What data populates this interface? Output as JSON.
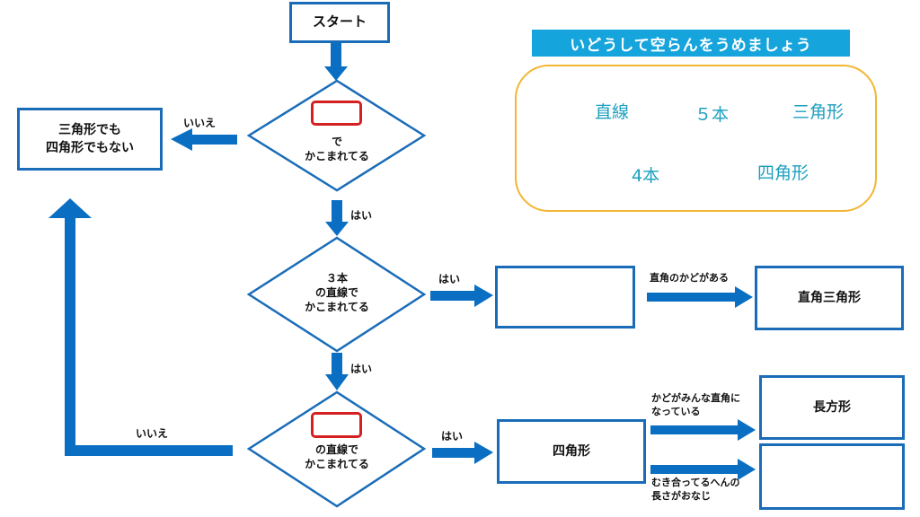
{
  "start": "スタート",
  "title": "いどうして空らんをうめましょう",
  "word_bank": [
    "直線",
    "５本",
    "三角形",
    "4本",
    "四角形"
  ],
  "q1": {
    "line1": "で",
    "line2": "かこまれてる"
  },
  "q2": {
    "line1": "３本",
    "line2": "の直線で",
    "line3": "かこまれてる"
  },
  "q3": {
    "line1": "の直線で",
    "line2": "かこまれてる"
  },
  "answers": {
    "neither": [
      "三角形でも",
      "四角形でもない"
    ],
    "right_triangle": "直角三角形",
    "quadrilateral": "四角形",
    "rectangle": "長方形"
  },
  "labels": {
    "yes": "はい",
    "no": "いいえ",
    "right_corner": "直角のかどがある",
    "all_right": [
      "かどがみんな直角に",
      "なっている"
    ],
    "equal_sides": [
      "むき合ってるへんの",
      "長さがおなじ"
    ]
  },
  "colors": {
    "arrow": "#0a6fc2",
    "border": "#1a6cb8",
    "banner": "#16a4dc",
    "word": "#1d9fbf",
    "bank_border": "#f2b632",
    "blank": "#d42020"
  }
}
